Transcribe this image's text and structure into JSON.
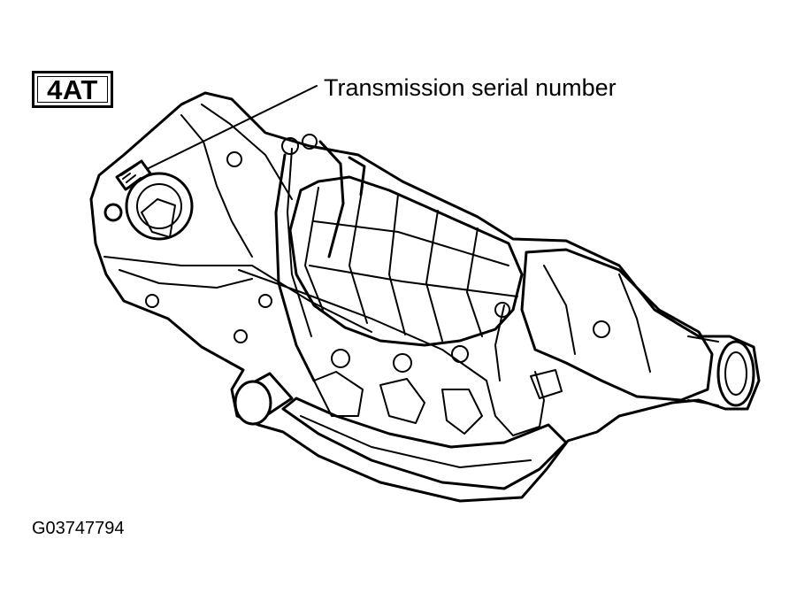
{
  "badge": {
    "label": "4AT"
  },
  "callout": {
    "label": "Transmission serial number"
  },
  "figure": {
    "id": "G03747794"
  }
}
